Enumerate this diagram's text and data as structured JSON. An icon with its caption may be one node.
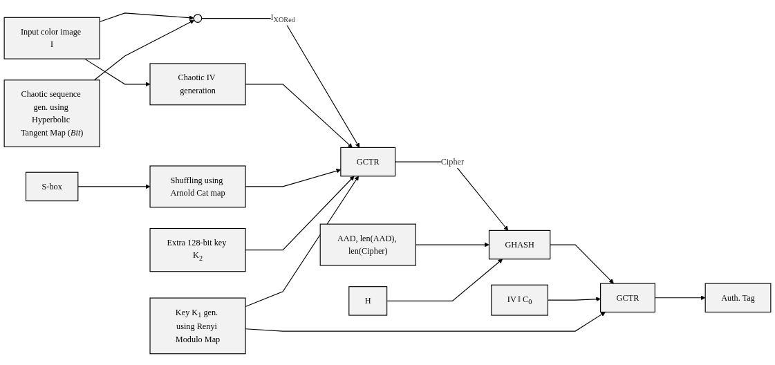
{
  "diagram": {
    "nodes": [
      {
        "text": [
          "Input color image I"
        ]
      },
      {
        "text": [
          "Chaotic sequence gen. using Hyperbolic Tangent Map (*Bit*)"
        ]
      },
      {
        "text": [],
        "shape": "circle"
      },
      {
        "text": [
          "Chaotic IV generation"
        ]
      },
      {
        "text": [
          "AAD, len(AAD), len(Cipher)"
        ]
      },
      {
        "text": [
          "IV ‖ C$_{0}$"
        ]
      },
      {
        "text": [
          "S-box"
        ]
      },
      {
        "text": [
          "Shuffling using Arnold Cat map"
        ]
      },
      {
        "text": [
          "GCTR"
        ]
      },
      {
        "text": [
          "GHASH"
        ]
      },
      {
        "text": [
          "GCTR"
        ]
      },
      {
        "text": [
          "Auth. Tag"
        ]
      },
      {
        "text": [
          "H"
        ]
      },
      {
        "text": [
          "Extra 128-bit key K$_{2}$"
        ]
      },
      {
        "text": [
          "Key K$_{1}$ gen. using Renyi Modulo Map"
        ]
      }
    ],
    "edges": [
      {
        "from": 0,
        "to": 2,
        "arrow": "to"
      },
      {
        "from": 0,
        "to": 3,
        "arrow": "to"
      },
      {
        "from": 1,
        "to": 2,
        "arrow": "to"
      },
      {
        "from": 2,
        "to": 8,
        "arrow": "to",
        "label": "I$_{XORed}$"
      },
      {
        "from": 3,
        "to": 8,
        "arrow": "to"
      },
      {
        "from": 6,
        "to": 7,
        "arrow": "to"
      },
      {
        "from": 7,
        "to": 8,
        "arrow": "to"
      },
      {
        "from": 8,
        "to": 9,
        "arrow": "to",
        "label": "Cipher"
      },
      {
        "from": 4,
        "to": 9,
        "arrow": "to"
      },
      {
        "from": 12,
        "to": 9,
        "arrow": "to"
      },
      {
        "from": 9,
        "to": 10,
        "arrow": "to"
      },
      {
        "from": 5,
        "to": 10,
        "arrow": "to"
      },
      {
        "from": 10,
        "to": 11,
        "arrow": "to"
      },
      {
        "from": 13,
        "to": 8,
        "arrow": "to"
      },
      {
        "from": 14,
        "to": 8,
        "arrow": "to"
      },
      {
        "from": 14,
        "to": 10,
        "arrow": "to"
      }
    ]
  }
}
